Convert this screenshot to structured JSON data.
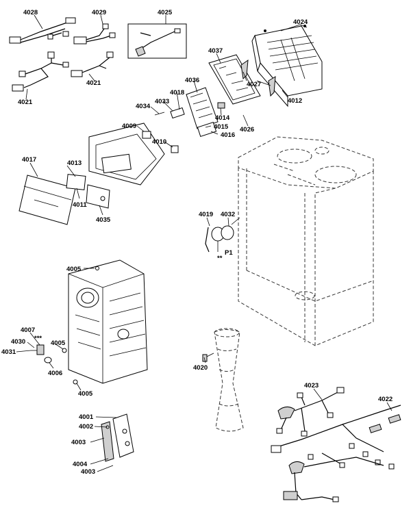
{
  "labels": {
    "l4028": "4028",
    "l4029": "4029",
    "l4025": "4025",
    "l4024": "4024",
    "l4021a": "4021",
    "l4021b": "4021",
    "l4037": "4037",
    "l4027": "4027",
    "l4012": "4012",
    "l4036": "4036",
    "l4018": "4018",
    "l4033": "4033",
    "l4034": "4034",
    "l4014": "4014",
    "l4015": "4015",
    "l4016": "4016",
    "l4026": "4026",
    "l4009": "4009",
    "l4010": "4010",
    "l4017": "4017",
    "l4013": "4013",
    "l4011": "4011",
    "l4035": "4035",
    "l4019": "4019",
    "l4032": "4032",
    "p1": "P1",
    "p1stars": "**",
    "l4005a": "4005",
    "l4007": "4007",
    "stars3": "***",
    "l4030": "4030",
    "l4031": "4031",
    "l4005b": "4005",
    "l4006": "4006",
    "l4005c": "4005",
    "l4020": "4020",
    "l4023": "4023",
    "l4022": "4022",
    "l4001": "4001",
    "l4002": "4002",
    "l4003a": "4003",
    "l4004": "4004",
    "l4003b": "4003"
  }
}
